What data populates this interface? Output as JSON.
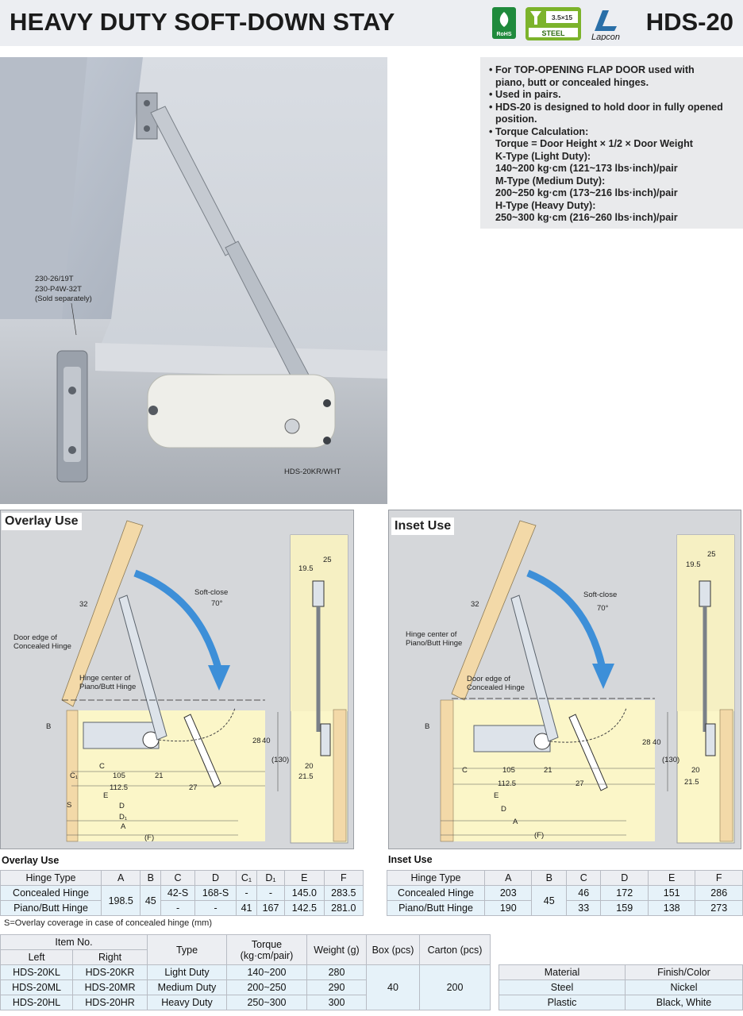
{
  "header": {
    "title": "HEAVY DUTY SOFT-DOWN STAY",
    "model": "HDS-20",
    "badges": {
      "rohs": "RoHS",
      "screw": "3.5×15",
      "steel": "STEEL",
      "brand": "Lapcon"
    }
  },
  "photo": {
    "hinge_label_1": "230-26/19T",
    "hinge_label_2": "230-P4W-32T",
    "hinge_label_3": "(Sold separately)",
    "product_label": "HDS-20KR/WHT"
  },
  "features": [
    {
      "bullet": true,
      "text": "For TOP-OPENING FLAP DOOR used with"
    },
    {
      "bullet": false,
      "text": "piano, butt or concealed hinges."
    },
    {
      "bullet": true,
      "text": "Used in pairs."
    },
    {
      "bullet": true,
      "text": "HDS-20 is designed to hold door in fully opened"
    },
    {
      "bullet": false,
      "text": "position."
    },
    {
      "bullet": true,
      "text": "Torque Calculation:"
    },
    {
      "bullet": false,
      "text": "Torque = Door Height × 1/2 × Door Weight"
    },
    {
      "bullet": false,
      "text": "K-Type (Light Duty):"
    },
    {
      "bullet": false,
      "text": "140~200 kg·cm (121~173 lbs·inch)/pair"
    },
    {
      "bullet": false,
      "text": "M-Type (Medium Duty):"
    },
    {
      "bullet": false,
      "text": "200~250 kg·cm (173~216 lbs·inch)/pair"
    },
    {
      "bullet": false,
      "text": "H-Type (Heavy Duty):"
    },
    {
      "bullet": false,
      "text": "250~300 kg·cm (216~260 lbs·inch)/pair"
    }
  ],
  "overlay_diagram": {
    "title": "Overlay Use",
    "soft_close": "Soft-close",
    "angle": "70°",
    "door_edge_1": "Door edge of",
    "door_edge_2": "Concealed Hinge",
    "hinge_center_1": "Hinge center of",
    "hinge_center_2": "Piano/Butt Hinge",
    "d32": "32",
    "dB": "B",
    "dC": "C",
    "dC1": "C₁",
    "d105": "105",
    "d21": "21",
    "d1125": "112.5",
    "d27": "27",
    "dE": "E",
    "dS": "S",
    "dD": "D",
    "dD1": "D₁",
    "dA": "A",
    "dF": "(F)",
    "d28": "28",
    "d40": "40",
    "d130": "(130)",
    "d25": "25",
    "d195": "19.5",
    "d20": "20",
    "d215": "21.5"
  },
  "inset_diagram": {
    "title": "Inset Use",
    "soft_close": "Soft-close",
    "angle": "70°",
    "door_edge_1": "Door edge of",
    "door_edge_2": "Concealed Hinge",
    "hinge_center_1": "Hinge center of",
    "hinge_center_2": "Piano/Butt Hinge",
    "d32": "32",
    "dB": "B",
    "dC": "C",
    "d105": "105",
    "d21": "21",
    "d1125": "112.5",
    "d27": "27",
    "dE": "E",
    "dD": "D",
    "dA": "A",
    "dF": "(F)",
    "d28": "28",
    "d40": "40",
    "d130": "(130)",
    "d25": "25",
    "d195": "19.5",
    "d20": "20",
    "d215": "21.5"
  },
  "overlay_table": {
    "caption": "Overlay Use",
    "headers": [
      "Hinge Type",
      "A",
      "B",
      "C",
      "D",
      "C₁",
      "D₁",
      "E",
      "F"
    ],
    "rows": [
      [
        "Concealed Hinge",
        "198.5",
        "45",
        "42-S",
        "168-S",
        "-",
        "-",
        "145.0",
        "283.5"
      ],
      [
        "Piano/Butt Hinge",
        "",
        "",
        "-",
        "-",
        "41",
        "167",
        "142.5",
        "281.0"
      ]
    ],
    "note": "S=Overlay coverage in case of concealed hinge (mm)"
  },
  "inset_table": {
    "caption": "Inset Use",
    "headers": [
      "Hinge Type",
      "A",
      "B",
      "C",
      "D",
      "E",
      "F"
    ],
    "rows": [
      [
        "Concealed Hinge",
        "203",
        "45",
        "46",
        "172",
        "151",
        "286"
      ],
      [
        "Piano/Butt Hinge",
        "190",
        "",
        "33",
        "159",
        "138",
        "273"
      ]
    ]
  },
  "item_table": {
    "headers": {
      "item_no": "Item No.",
      "left": "Left",
      "right": "Right",
      "type": "Type",
      "torque_1": "Torque",
      "torque_2": "(kg·cm/pair)",
      "weight": "Weight (g)",
      "box": "Box (pcs)",
      "carton": "Carton (pcs)"
    },
    "rows": [
      [
        "HDS-20KL",
        "HDS-20KR",
        "Light Duty",
        "140~200",
        "280"
      ],
      [
        "HDS-20ML",
        "HDS-20MR",
        "Medium Duty",
        "200~250",
        "290"
      ],
      [
        "HDS-20HL",
        "HDS-20HR",
        "Heavy Duty",
        "250~300",
        "300"
      ]
    ],
    "box": "40",
    "carton": "200"
  },
  "material_table": {
    "headers": [
      "Material",
      "Finish/Color"
    ],
    "rows": [
      [
        "Steel",
        "Nickel"
      ],
      [
        "Plastic",
        "Black, White"
      ]
    ]
  }
}
